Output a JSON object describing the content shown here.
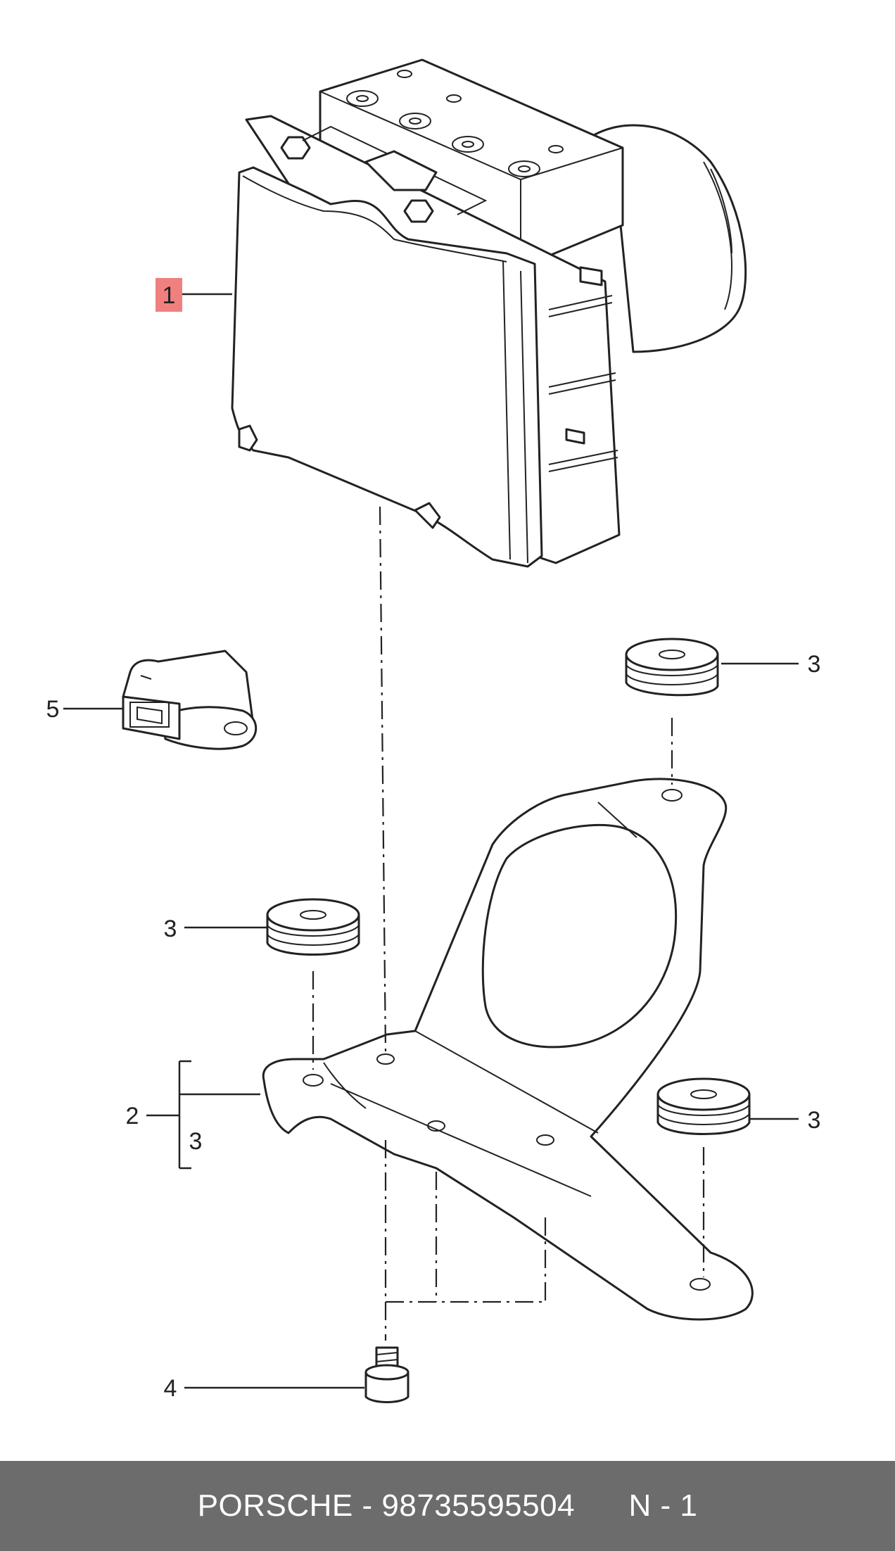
{
  "labels": {
    "part1": "1",
    "part2": "2",
    "part2_sub": "3",
    "part3_top": "3",
    "part3_left": "3",
    "part3_right": "3",
    "part4": "4",
    "part5": "5"
  },
  "highlight_color": "#f08080",
  "footer": {
    "brand": "PORSCHE",
    "separator": " - ",
    "part_number": "98735595504",
    "page": "N - 1"
  },
  "footer_bg": "#6c6c6c"
}
